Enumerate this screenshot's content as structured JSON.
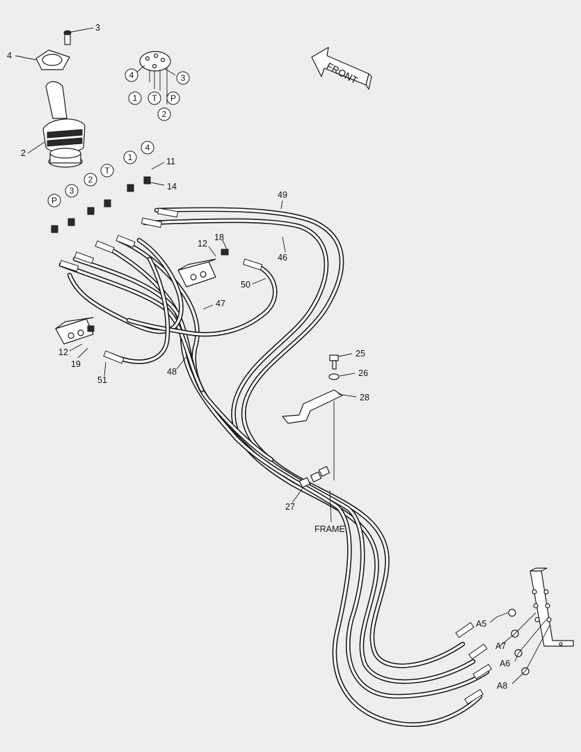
{
  "diagram": {
    "front_label": "FRONT",
    "frame_label": "FRAME",
    "callouts": [
      {
        "id": "c-3-top",
        "text": "3"
      },
      {
        "id": "c-4-top",
        "text": "4"
      },
      {
        "id": "c-2-joy",
        "text": "2"
      },
      {
        "id": "c-11",
        "text": "11"
      },
      {
        "id": "c-14",
        "text": "14"
      },
      {
        "id": "c-49",
        "text": "49"
      },
      {
        "id": "c-46",
        "text": "46"
      },
      {
        "id": "c-18",
        "text": "18"
      },
      {
        "id": "c-12-a",
        "text": "12"
      },
      {
        "id": "c-50",
        "text": "50"
      },
      {
        "id": "c-47",
        "text": "47"
      },
      {
        "id": "c-12-b",
        "text": "12"
      },
      {
        "id": "c-19",
        "text": "19"
      },
      {
        "id": "c-51",
        "text": "51"
      },
      {
        "id": "c-48",
        "text": "48"
      },
      {
        "id": "c-25",
        "text": "25"
      },
      {
        "id": "c-26",
        "text": "26"
      },
      {
        "id": "c-28",
        "text": "28"
      },
      {
        "id": "c-27",
        "text": "27"
      },
      {
        "id": "c-a5",
        "text": "A5"
      },
      {
        "id": "c-a7",
        "text": "A7"
      },
      {
        "id": "c-a6",
        "text": "A6"
      },
      {
        "id": "c-a8",
        "text": "A8"
      }
    ],
    "port_markers": [
      {
        "id": "pm-4",
        "text": "4"
      },
      {
        "id": "pm-3",
        "text": "3"
      },
      {
        "id": "pm-1",
        "text": "1"
      },
      {
        "id": "pm-t",
        "text": "T"
      },
      {
        "id": "pm-p",
        "text": "P"
      },
      {
        "id": "pm-2",
        "text": "2"
      },
      {
        "id": "pm-line-1",
        "text": "1"
      },
      {
        "id": "pm-line-4",
        "text": "4"
      },
      {
        "id": "pm-line-2",
        "text": "2"
      },
      {
        "id": "pm-line-t",
        "text": "T"
      },
      {
        "id": "pm-line-p",
        "text": "P"
      },
      {
        "id": "pm-line-3",
        "text": "3"
      }
    ]
  }
}
